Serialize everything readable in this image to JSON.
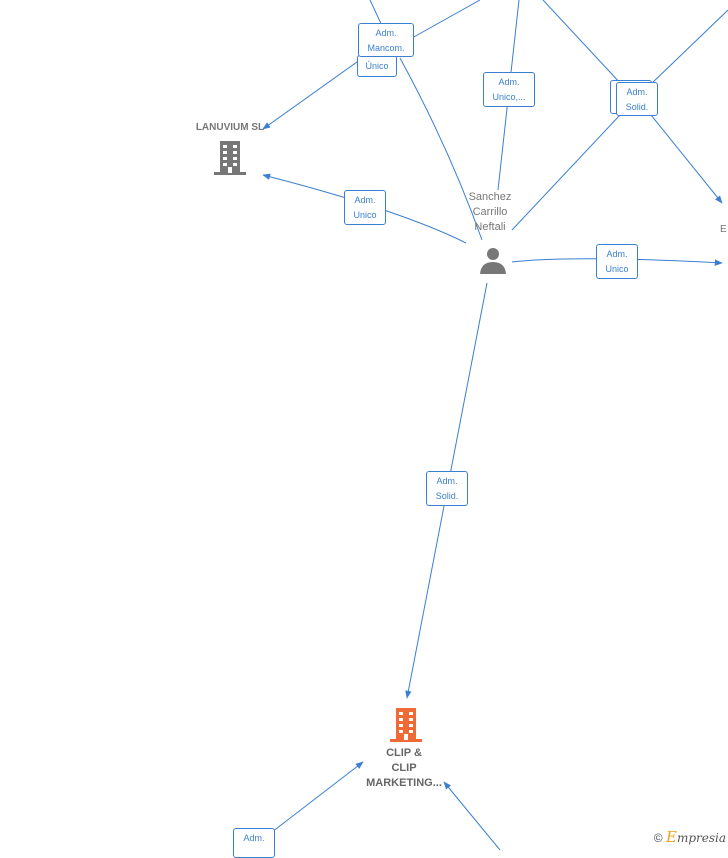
{
  "nodes": {
    "person": {
      "name_lines": [
        "Sanchez",
        "Carrillo",
        "Neftali"
      ]
    },
    "lanuvium": {
      "name": "LANUVIUM SL"
    },
    "clip": {
      "name_lines": [
        "CLIP &",
        "CLIP",
        "MARKETING..."
      ]
    },
    "right_cut": {
      "name": "E"
    }
  },
  "roles": {
    "mancom_top": [
      "Adm.",
      "Mancom."
    ],
    "unico_top": "Único",
    "unico_mid": [
      "Adm.",
      "Unico,..."
    ],
    "solid_right": [
      "Adm.",
      "Solid."
    ],
    "lanuvium_link": [
      "Adm.",
      "Unico"
    ],
    "right_link": [
      "Adm.",
      "Unico"
    ],
    "clip_link": [
      "Adm.",
      "Solid."
    ],
    "bottom_left": "Adm."
  },
  "colors": {
    "edge": "#3b7fd0",
    "person": "#777777",
    "company": "#777777",
    "main_company": "#f06a35"
  },
  "watermark": {
    "copyright": "©",
    "brand_initial": "E",
    "brand_rest": "mpresia"
  }
}
